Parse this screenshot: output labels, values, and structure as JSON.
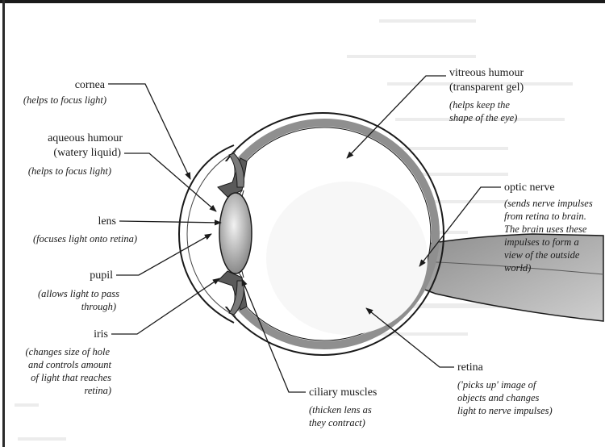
{
  "labels": {
    "cornea": {
      "title": "cornea",
      "note": "(helps to focus light)"
    },
    "aqueous": {
      "title_line1": "aqueous humour",
      "title_line2": "(watery liquid)",
      "note": "(helps to focus light)"
    },
    "lens": {
      "title": "lens",
      "note": "(focuses light onto retina)"
    },
    "pupil": {
      "title": "pupil",
      "note_line1": "(allows light to pass",
      "note_line2": "through)"
    },
    "iris": {
      "title": "iris",
      "note_line1": "(changes size of hole",
      "note_line2": "and controls amount",
      "note_line3": "of light that reaches",
      "note_line4": "retina)"
    },
    "vitreous": {
      "title_line1": "vitreous humour",
      "title_line2": "(transparent gel)",
      "note_line1": "(helps keep the",
      "note_line2": "shape of the eye)"
    },
    "optic": {
      "title": "optic nerve",
      "note_line1": "(sends nerve impulses",
      "note_line2": "from retina to brain.",
      "note_line3": "The brain uses these",
      "note_line4": "impulses to form a",
      "note_line5": "view of the outside",
      "note_line6": "world)"
    },
    "retina": {
      "title": "retina",
      "note_line1": "('picks up' image of",
      "note_line2": "objects and changes",
      "note_line3": "light to nerve impulses)"
    },
    "ciliary": {
      "title": "ciliary muscles",
      "note_line1": "(thicken lens as",
      "note_line2": "they contract)"
    }
  },
  "colors": {
    "ink": "#1a1a1a",
    "tissue": "#9a9a9a",
    "ghost_text": "#e6e6e6"
  }
}
